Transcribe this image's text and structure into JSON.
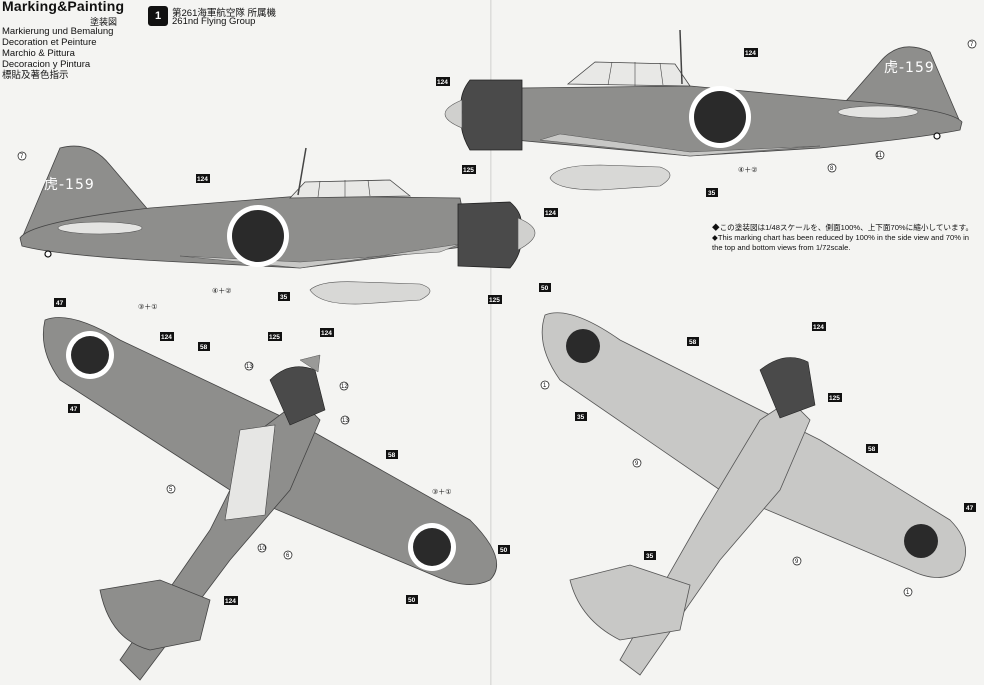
{
  "header": {
    "title": "Marking&Painting",
    "jp_subtitle": "塗装図",
    "languages": [
      "Markierung und Bemalung",
      "Decoration et Peinture",
      "Marchio & Pittura",
      "Decoracion y Pintura",
      "標貼及著色指示"
    ],
    "unit_number": "1",
    "unit_jp": "第261海軍航空隊 所属機",
    "unit_en": "261nd Flying Group"
  },
  "aircraft_code": "虎-159",
  "note": {
    "line1": "◆この塗装図は1/48スケールを、側面100%、上下面70%に縮小しています。",
    "line2": "◆This marking chart has been reduced by 100% in the side view and 70% in",
    "line3": "the top and bottom views from 1/72scale."
  },
  "colors": {
    "upper_camo": "#8e8e8c",
    "lower": "#c8c8c6",
    "cowl": "#4a4a4a",
    "hinomaru": "#2a2a2a",
    "decal_box": "#111111"
  },
  "labels": {
    "c124": "124",
    "c125": "125",
    "c35": "35",
    "c47": "47",
    "c50": "50",
    "c58": "58",
    "c4p2": "④＋②",
    "c3p1": "③＋①",
    "n1": "1",
    "n5": "5",
    "n6": "6",
    "n7": "7",
    "n8": "8",
    "n9": "9",
    "n10": "10",
    "n11": "11",
    "n12": "12",
    "n13": "13"
  }
}
